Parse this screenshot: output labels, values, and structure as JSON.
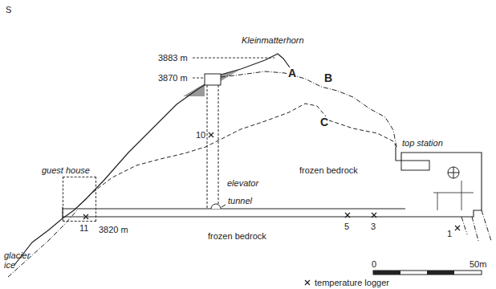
{
  "diagram": {
    "nodes": [
      {
        "text": [
          "guest house"
        ]
      }
    ],
    "labels": [
      "S",
      "3883 m",
      "Kleinmatterhorn",
      "A",
      "3870 m",
      "B",
      "C",
      "10",
      "elevator",
      "frozen bedrock",
      "tunnel",
      "top station",
      "11",
      "3820 m",
      "5",
      "3",
      "1",
      "frozen bedrock",
      "glacier ice",
      "0",
      "50m"
    ],
    "legend": [
      {
        "text": "temperature logger"
      }
    ]
  }
}
